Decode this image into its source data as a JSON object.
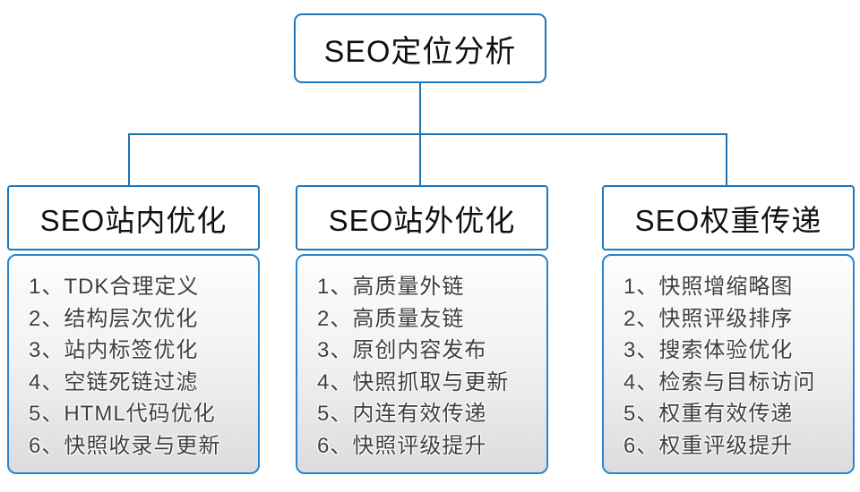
{
  "diagram": {
    "root": {
      "label": "SEO定位分析"
    },
    "columns": [
      {
        "title": "SEO站内优化",
        "items": [
          "1、TDK合理定义",
          "2、结构层次优化",
          "3、站内标签优化",
          "4、空链死链过滤",
          "5、HTML代码优化",
          "6、快照收录与更新"
        ]
      },
      {
        "title": "SEO站外优化",
        "items": [
          "1、高质量外链",
          "2、高质量友链",
          "3、原创内容发布",
          "4、快照抓取与更新",
          "5、内连有效传递",
          "6、快照评级提升"
        ]
      },
      {
        "title": "SEO权重传递",
        "items": [
          "1、快照增缩略图",
          "2、快照评级排序",
          "3、搜索体验优化",
          "4、检索与目标访问",
          "5、权重有效传递",
          "6、权重评级提升"
        ]
      }
    ],
    "colors": {
      "box_border": "#1b78c0",
      "list_border": "#2a86cc",
      "connector": "#1b75b2",
      "list_bg_top": "#fdfdfe",
      "list_bg_bottom": "#dcdcdf",
      "header_text": "#111111",
      "item_text": "#3f3f3f",
      "background": "#ffffff"
    }
  }
}
